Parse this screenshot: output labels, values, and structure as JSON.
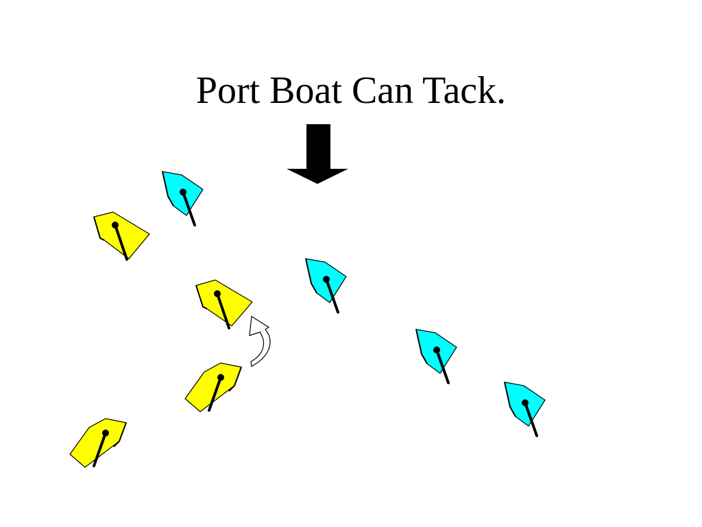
{
  "title": "Port Boat Can Tack.",
  "colors": {
    "port_boat": "#ffff00",
    "starboard_boat": "#00ffff",
    "outline": "#000000",
    "wind_arrow": "#000000",
    "tack_arrow_fill": "#ffffff"
  },
  "icons": {
    "wind": "down-arrow-icon",
    "tack": "curved-arrow-icon"
  },
  "boats": [
    {
      "name": "starboard-boat-1",
      "tack": "starboard"
    },
    {
      "name": "starboard-boat-2",
      "tack": "starboard"
    },
    {
      "name": "starboard-boat-3",
      "tack": "starboard"
    },
    {
      "name": "starboard-boat-4",
      "tack": "starboard"
    },
    {
      "name": "port-boat-1",
      "tack": "port"
    },
    {
      "name": "port-boat-2",
      "tack": "port"
    },
    {
      "name": "port-boat-3",
      "tack": "port"
    },
    {
      "name": "port-boat-4",
      "tack": "port"
    }
  ]
}
